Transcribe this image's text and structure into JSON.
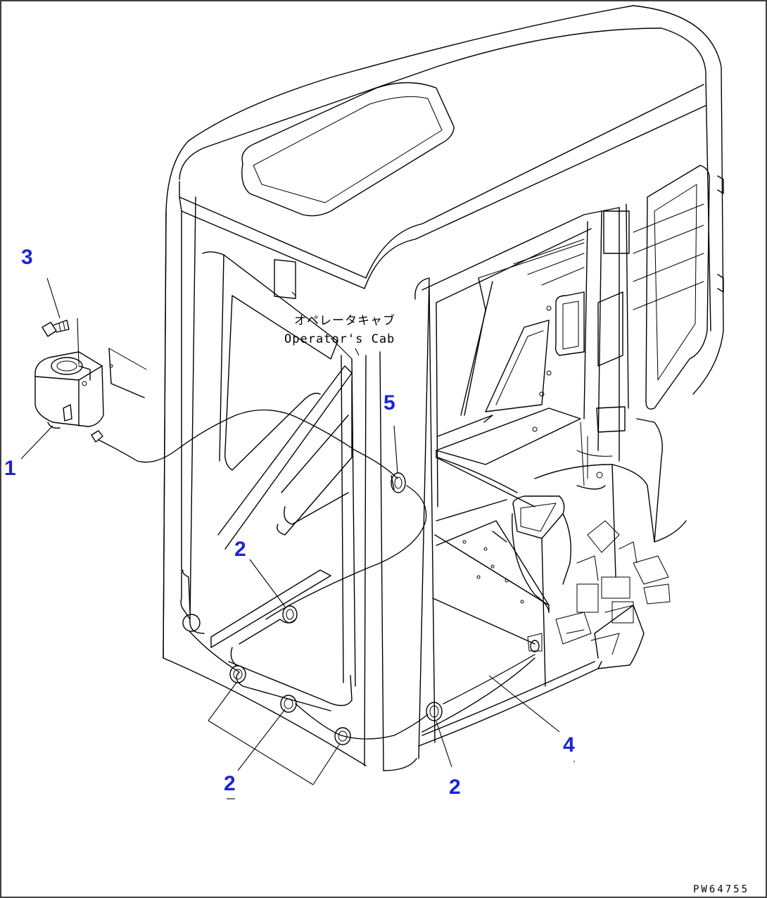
{
  "callout": {
    "japanese": "オペレータキャブ",
    "english": "Operator's Cab"
  },
  "part_labels": {
    "p1": "1",
    "p2a": "2",
    "p2b": "2",
    "p2c": "2",
    "p3": "3",
    "p4": "4",
    "p5": "5"
  },
  "drawing_code": "PW64755",
  "colors": {
    "label": "#1a25d6",
    "line": "#000000",
    "background": "#ffffff"
  }
}
